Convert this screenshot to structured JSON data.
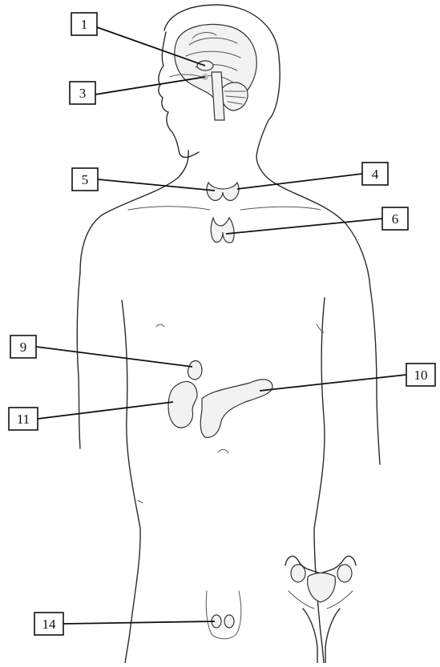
{
  "diagram": {
    "labels": [
      {
        "id": "l1",
        "text": "1"
      },
      {
        "id": "l3",
        "text": "3"
      },
      {
        "id": "l4",
        "text": "4"
      },
      {
        "id": "l5",
        "text": "5"
      },
      {
        "id": "l6",
        "text": "6"
      },
      {
        "id": "l9",
        "text": "9"
      },
      {
        "id": "l10",
        "text": "10"
      },
      {
        "id": "l11",
        "text": "11"
      },
      {
        "id": "l14",
        "text": "14"
      }
    ]
  }
}
